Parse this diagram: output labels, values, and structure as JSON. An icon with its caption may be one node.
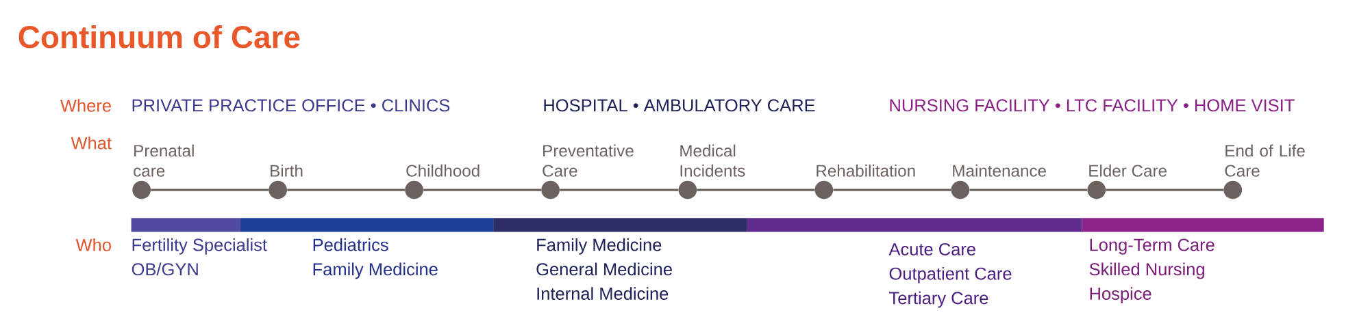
{
  "diagram": {
    "title": "Continuum of Care",
    "nodes": [
      {
        "text": [
          "Prenatal care"
        ]
      },
      {
        "text": [
          "Birth"
        ]
      },
      {
        "text": [
          "Childhood"
        ]
      },
      {
        "text": [
          "Preventative Care"
        ]
      },
      {
        "text": [
          "Medical Incidents"
        ]
      },
      {
        "text": [
          "Rehabilitation"
        ]
      },
      {
        "text": [
          "Maintenance"
        ]
      },
      {
        "text": [
          "Elder Care"
        ]
      },
      {
        "text": [
          "End of Life Care"
        ]
      },
      {
        "text": [
          "Fertility Specialist",
          "OB/GYN"
        ]
      },
      {
        "text": [
          "Pediatrics",
          "Family Medicine"
        ]
      },
      {
        "text": [
          "Family Medicine",
          "General Medicine",
          "Internal Medicine"
        ]
      },
      {
        "text": [
          "Acute Care",
          "Outpatient Care",
          "Tertiary Care"
        ]
      },
      {
        "text": [
          "Long-Term Care",
          "Skilled Nursing",
          "Hospice"
        ]
      }
    ],
    "edges": [
      {
        "from": 0,
        "to": 1,
        "arrow": "none"
      },
      {
        "from": 1,
        "to": 2,
        "arrow": "none"
      },
      {
        "from": 2,
        "to": 3,
        "arrow": "none"
      },
      {
        "from": 3,
        "to": 4,
        "arrow": "none"
      },
      {
        "from": 4,
        "to": 5,
        "arrow": "none"
      },
      {
        "from": 5,
        "to": 6,
        "arrow": "none"
      },
      {
        "from": 6,
        "to": 7,
        "arrow": "none"
      },
      {
        "from": 7,
        "to": 8,
        "arrow": "none"
      }
    ],
    "labels": [
      "Where",
      "PRIVATE PRACTICE OFFICE • CLINICS",
      "HOSPITAL • AMBULATORY CARE",
      "NURSING FACILITY • LTC FACILITY • HOME VISIT",
      "What",
      "Who"
    ]
  }
}
